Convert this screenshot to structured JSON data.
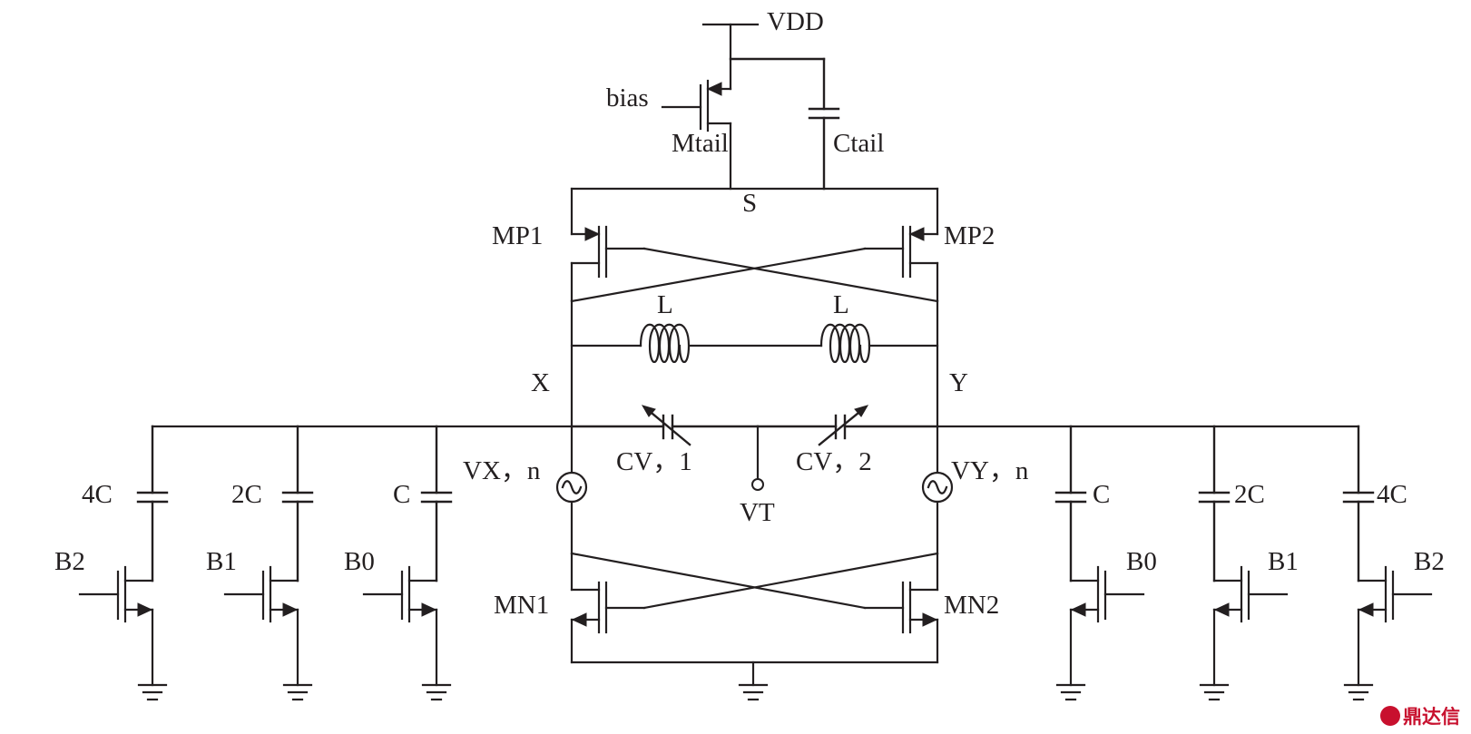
{
  "labels": {
    "vdd": "VDD",
    "bias": "bias",
    "mtail": "Mtail",
    "ctail": "Ctail",
    "s": "S",
    "mp1": "MP1",
    "mp2": "MP2",
    "l_left": "L",
    "l_right": "L",
    "x": "X",
    "y": "Y",
    "cv1": "CV，1",
    "cv2": "CV，2",
    "vt": "VT",
    "vxn": "VX，n",
    "vyn": "VY，n",
    "mn1": "MN1",
    "mn2": "MN2"
  },
  "bank_left": [
    {
      "cap": "4C",
      "switch": "B2"
    },
    {
      "cap": "2C",
      "switch": "B1"
    },
    {
      "cap": "C",
      "switch": "B0"
    }
  ],
  "bank_right": [
    {
      "cap": "C",
      "switch": "B0"
    },
    {
      "cap": "2C",
      "switch": "B1"
    },
    {
      "cap": "4C",
      "switch": "B2"
    }
  ],
  "watermark": {
    "text": "鼎达信",
    "color": "#c8102e"
  },
  "colors": {
    "ink": "#231f20",
    "background": "#ffffff"
  }
}
